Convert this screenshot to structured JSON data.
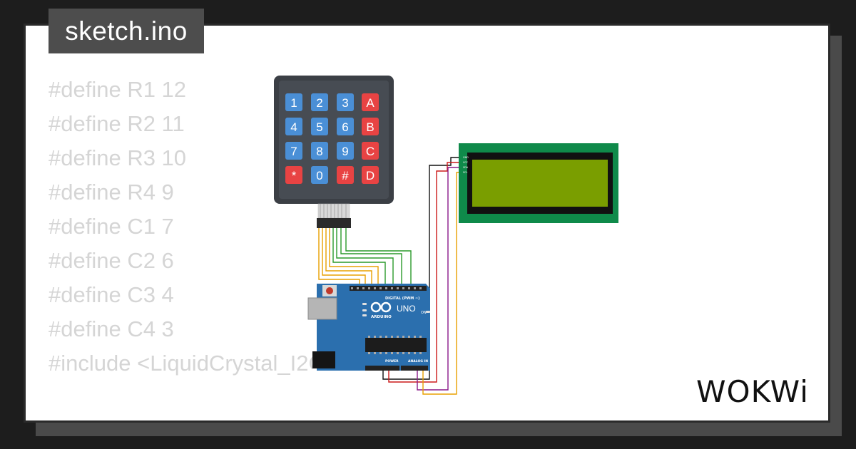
{
  "file": {
    "name": "sketch.ino"
  },
  "code_lines": [
    "#define R1 12",
    "#define R2 11",
    "#define R3 10",
    "#define R4 9",
    "#define C1 7",
    "#define C2 6",
    "#define C3 4",
    "#define C4 3",
    "#include <LiquidCrystal_I2C.h>"
  ],
  "keypad": {
    "keys": [
      "1",
      "2",
      "3",
      "A",
      "4",
      "5",
      "6",
      "B",
      "7",
      "8",
      "9",
      "C",
      "*",
      "0",
      "#",
      "D"
    ],
    "digit_color": "#4a8fd6",
    "action_color": "#e84343"
  },
  "lcd": {
    "pins": [
      "GND",
      "VCC",
      "SDA",
      "SCL"
    ],
    "board_color": "#0f8a4a",
    "screen_color": "#7a9e00"
  },
  "arduino": {
    "brand": "ARDUINO",
    "model": "UNO",
    "digital_label": "DIGITAL (PWM ~)",
    "power_label": "POWER",
    "analog_label": "ANALOG IN",
    "on_label": "ON",
    "board_color": "#2b6fae"
  },
  "brand": {
    "logo": "WOKWi"
  }
}
